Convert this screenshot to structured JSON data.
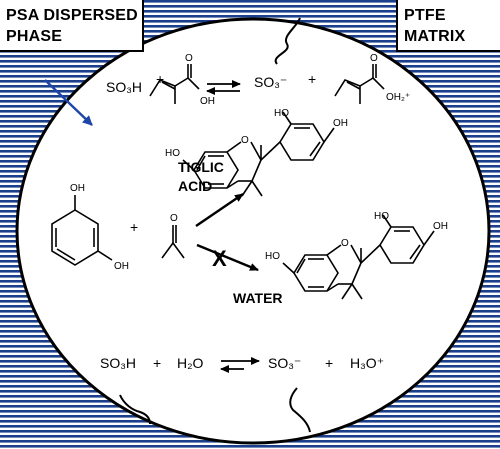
{
  "labels": {
    "psa_line1": "PSA DISPERSED",
    "psa_line2": "PHASE",
    "ptfe_line1": "PTFE",
    "ptfe_line2": "MATRIX",
    "tiglic_line1": "TIGLIC",
    "tiglic_line2": "ACID",
    "water": "WATER",
    "inhibition_mark": "X"
  },
  "equations": {
    "top": {
      "acid": "SO₃H",
      "plus1": "+",
      "anion": "SO₃⁻",
      "plus2": "+"
    },
    "bottom": {
      "acid": "SO₃H",
      "plus1": "+",
      "water": "H₂O",
      "anion": "SO₃⁻",
      "plus2": "+",
      "hydronium": "H₃O⁺"
    },
    "reaction": {
      "plus": "+"
    }
  },
  "atoms": {
    "OH": "OH",
    "HO": "HO",
    "O": "O",
    "OH2plus": "OH₂⁺"
  },
  "colors": {
    "stripe": "#1c3f8c",
    "arrow": "#1e46a8",
    "ink": "#000000",
    "background": "#ffffff"
  }
}
